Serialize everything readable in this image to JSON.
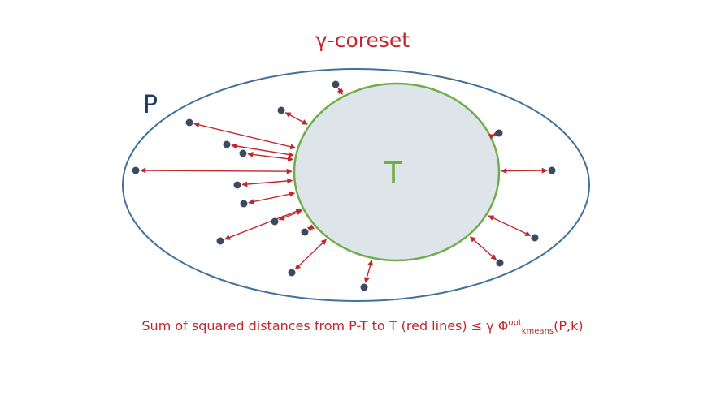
{
  "title": "γ-coreset",
  "set_p_label": "P",
  "set_t_label": "T",
  "caption": {
    "prefix": "Sum of squared distances from P-T to T (red lines) ≤ γ Φ",
    "superscript": "opt",
    "subscript": "kmeans",
    "suffix": "(P,k)"
  },
  "colors": {
    "title": "#c0282d",
    "outer_ellipse": "#41719c",
    "inner_fill": "#dde5ea",
    "inner_stroke": "#70ad47",
    "points": "#3b4a5e",
    "distance_lines": "#c0282d",
    "p_label": "#1f3864",
    "t_label": "#70ad47"
  }
}
